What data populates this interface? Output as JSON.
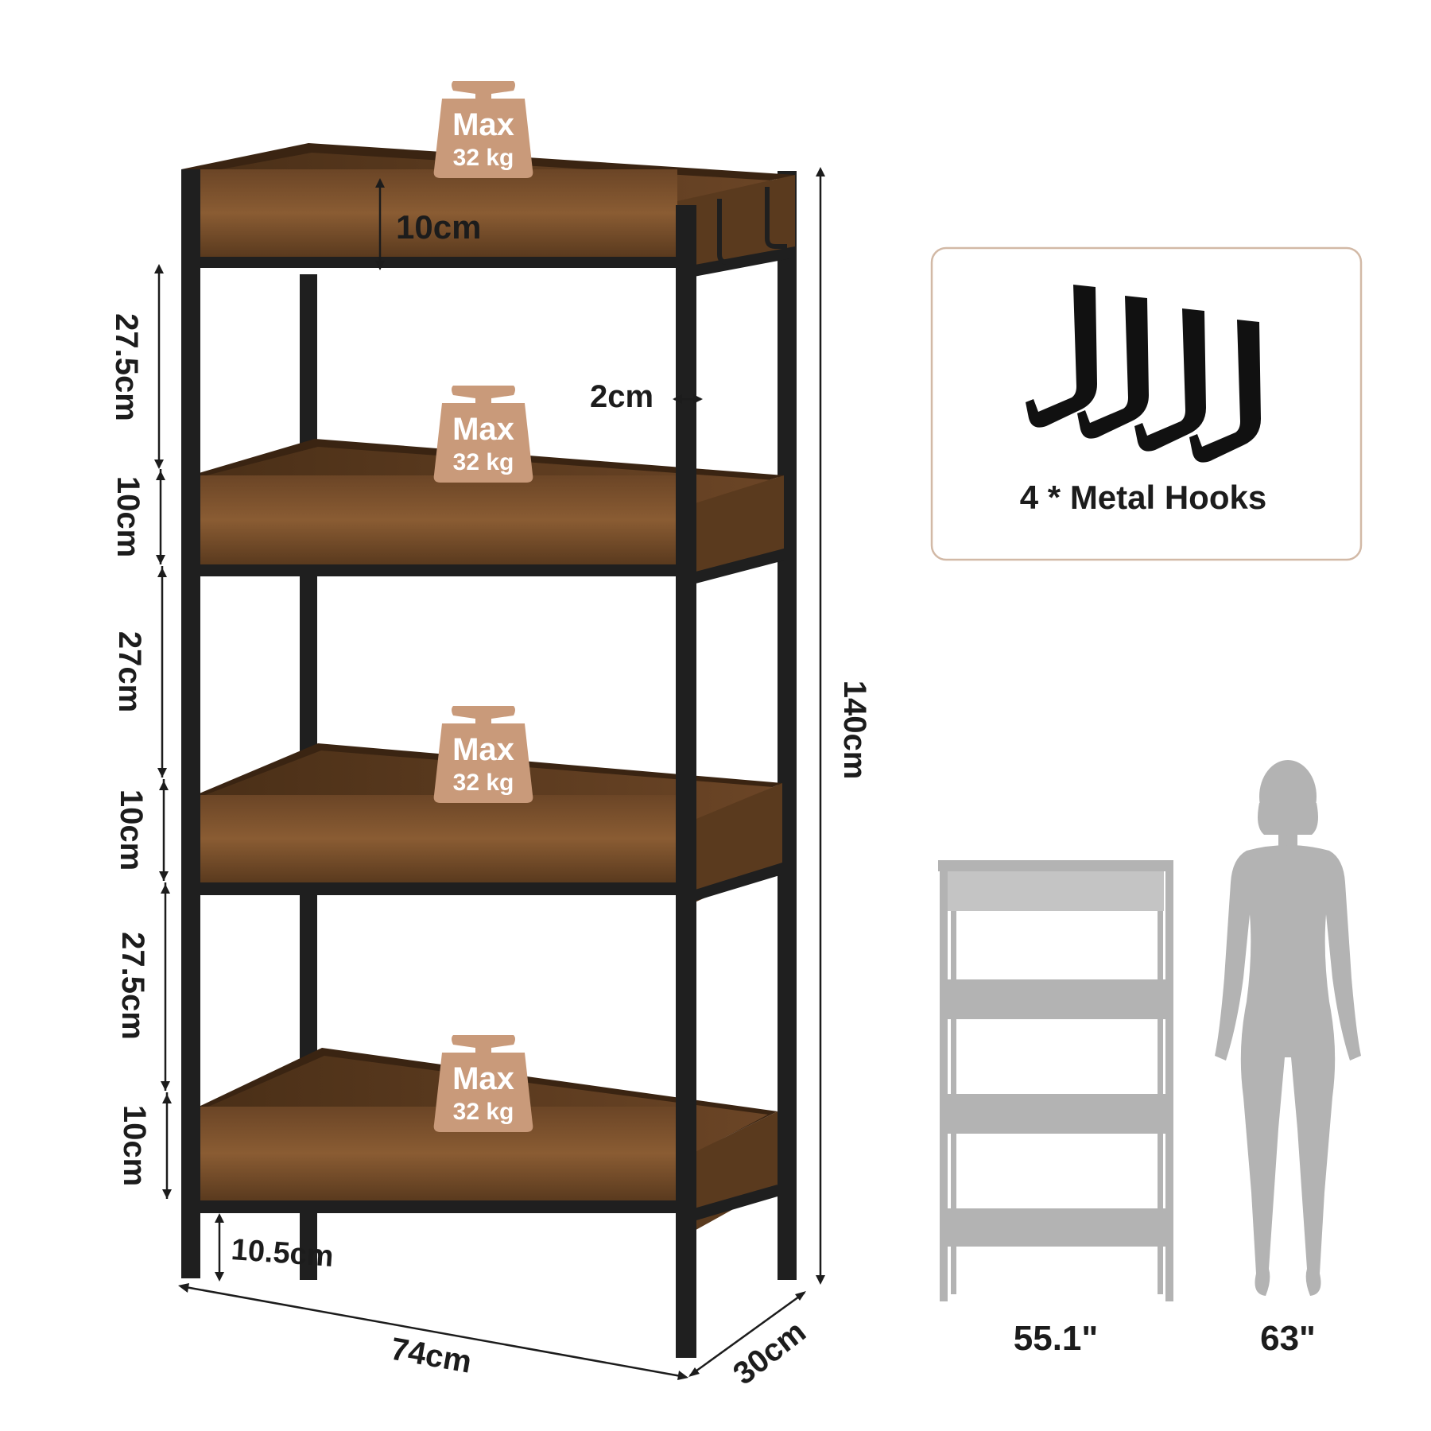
{
  "colors": {
    "frame": "#1f1f1f",
    "wood": "#7a5230",
    "wood_dark": "#4e3218",
    "wood_light": "#9a6a3e",
    "badge": "#c99a7a",
    "silhouette": "#b3b3b3",
    "card_border": "#d2b9a6"
  },
  "badges": [
    {
      "line1": "Max",
      "line2": "32 kg"
    },
    {
      "line1": "Max",
      "line2": "32 kg"
    },
    {
      "line1": "Max",
      "line2": "32 kg"
    },
    {
      "line1": "Max",
      "line2": "32 kg"
    }
  ],
  "dimensions": {
    "box_depth": "10cm",
    "tube": "2cm",
    "gap1": "27.5cm",
    "box2": "10cm",
    "gap2": "27cm",
    "box3": "10cm",
    "gap3": "27.5cm",
    "box4": "10cm",
    "leg": "10.5cm",
    "height": "140cm",
    "width": "74cm",
    "depth": "30cm"
  },
  "hooks": {
    "label": "4 * Metal Hooks",
    "icon": "metal-hook-icon",
    "count": 4
  },
  "comparison": {
    "shelf_height": "55.1\"",
    "person_height": "63\""
  }
}
